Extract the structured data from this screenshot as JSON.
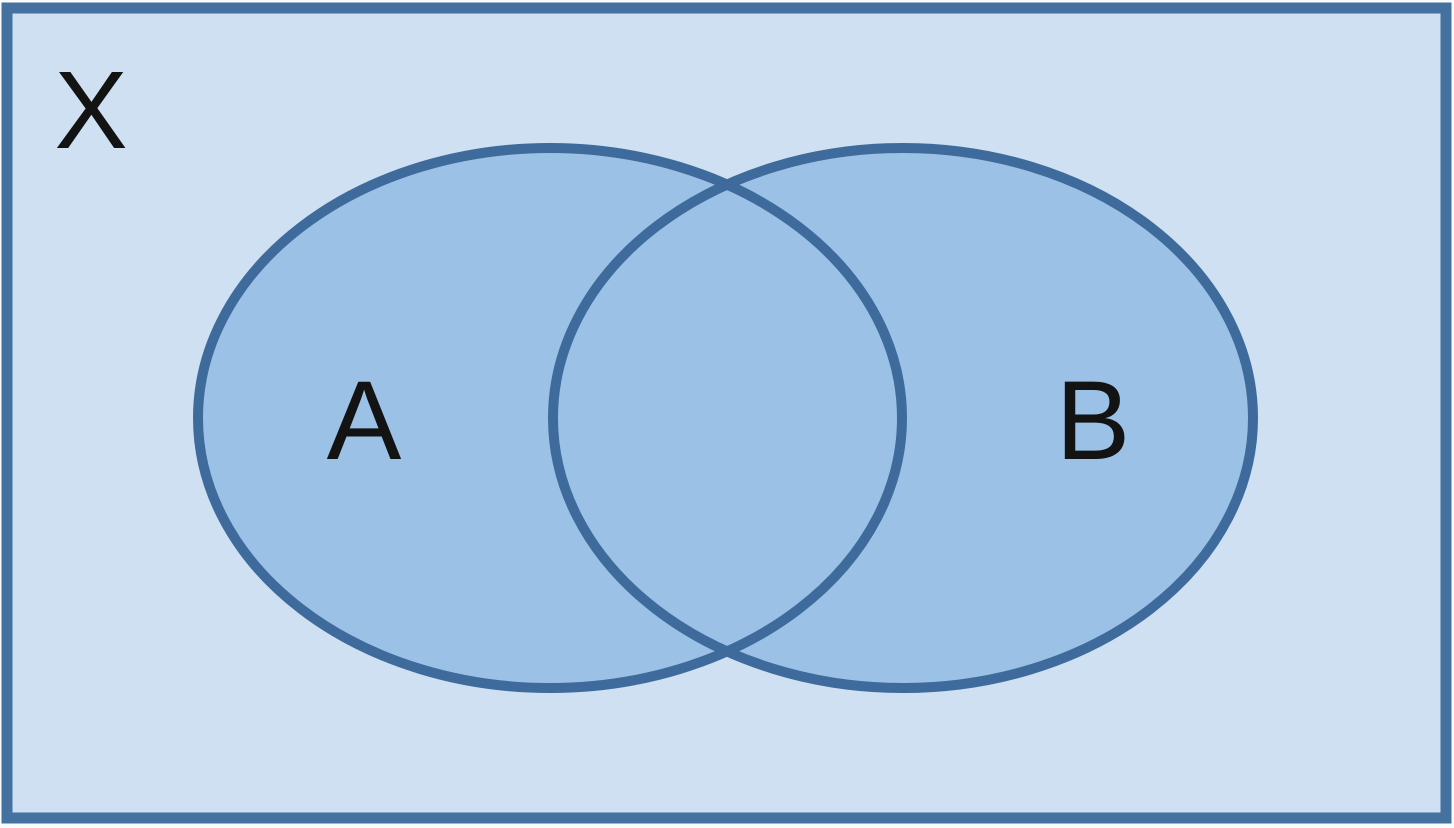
{
  "diagram": {
    "type": "venn",
    "universe_label": "X",
    "set_labels": [
      "A",
      "B"
    ]
  },
  "colors": {
    "page_background": "#fafbfd",
    "universe_fill": "#cee0f2",
    "universe_border": "#44719f",
    "set_fill": "#9bc2e6",
    "set_border": "#3e6b9b",
    "label_text": "#131313"
  }
}
